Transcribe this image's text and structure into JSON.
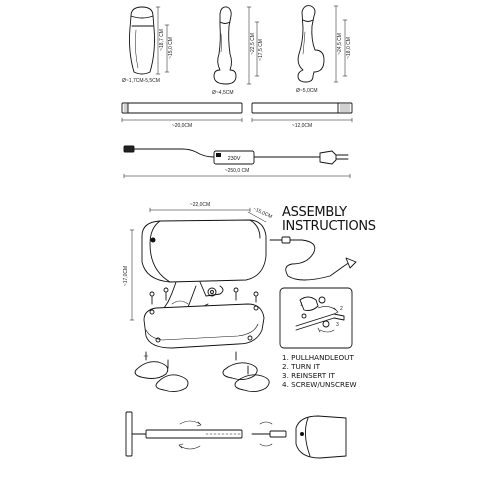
{
  "attachments": {
    "a1": {
      "height": "~18,7 CM",
      "insert": "~15,0 CM",
      "diameter": "Ø~1,7CM-5,5CM"
    },
    "a2": {
      "height": "~22,5 CM",
      "insert": "~17,5 CM",
      "diameter": "Ø~4,5CM"
    },
    "a3": {
      "height": "~24,5 CM",
      "insert": "~18,0 CM",
      "diameter": "Ø~5,0CM"
    }
  },
  "rods": {
    "long": "~20,0CM",
    "short": "~12,0CM"
  },
  "power": {
    "adapter_label": "230V",
    "cable_length": "~250,0 CM"
  },
  "machine": {
    "width": "~22,0CM",
    "depth": "~15,0CM",
    "height": "~17,0CM"
  },
  "assembly": {
    "title_line1": "ASSEMBLY",
    "title_line2": "INSTRUCTIONS",
    "steps": [
      "1. PULLHANDLEOUT",
      "2. TURN IT",
      "3. REINSERT IT",
      "4. SCREW/UNSCREW"
    ],
    "inset_labels": [
      "1",
      "2",
      "3"
    ]
  }
}
